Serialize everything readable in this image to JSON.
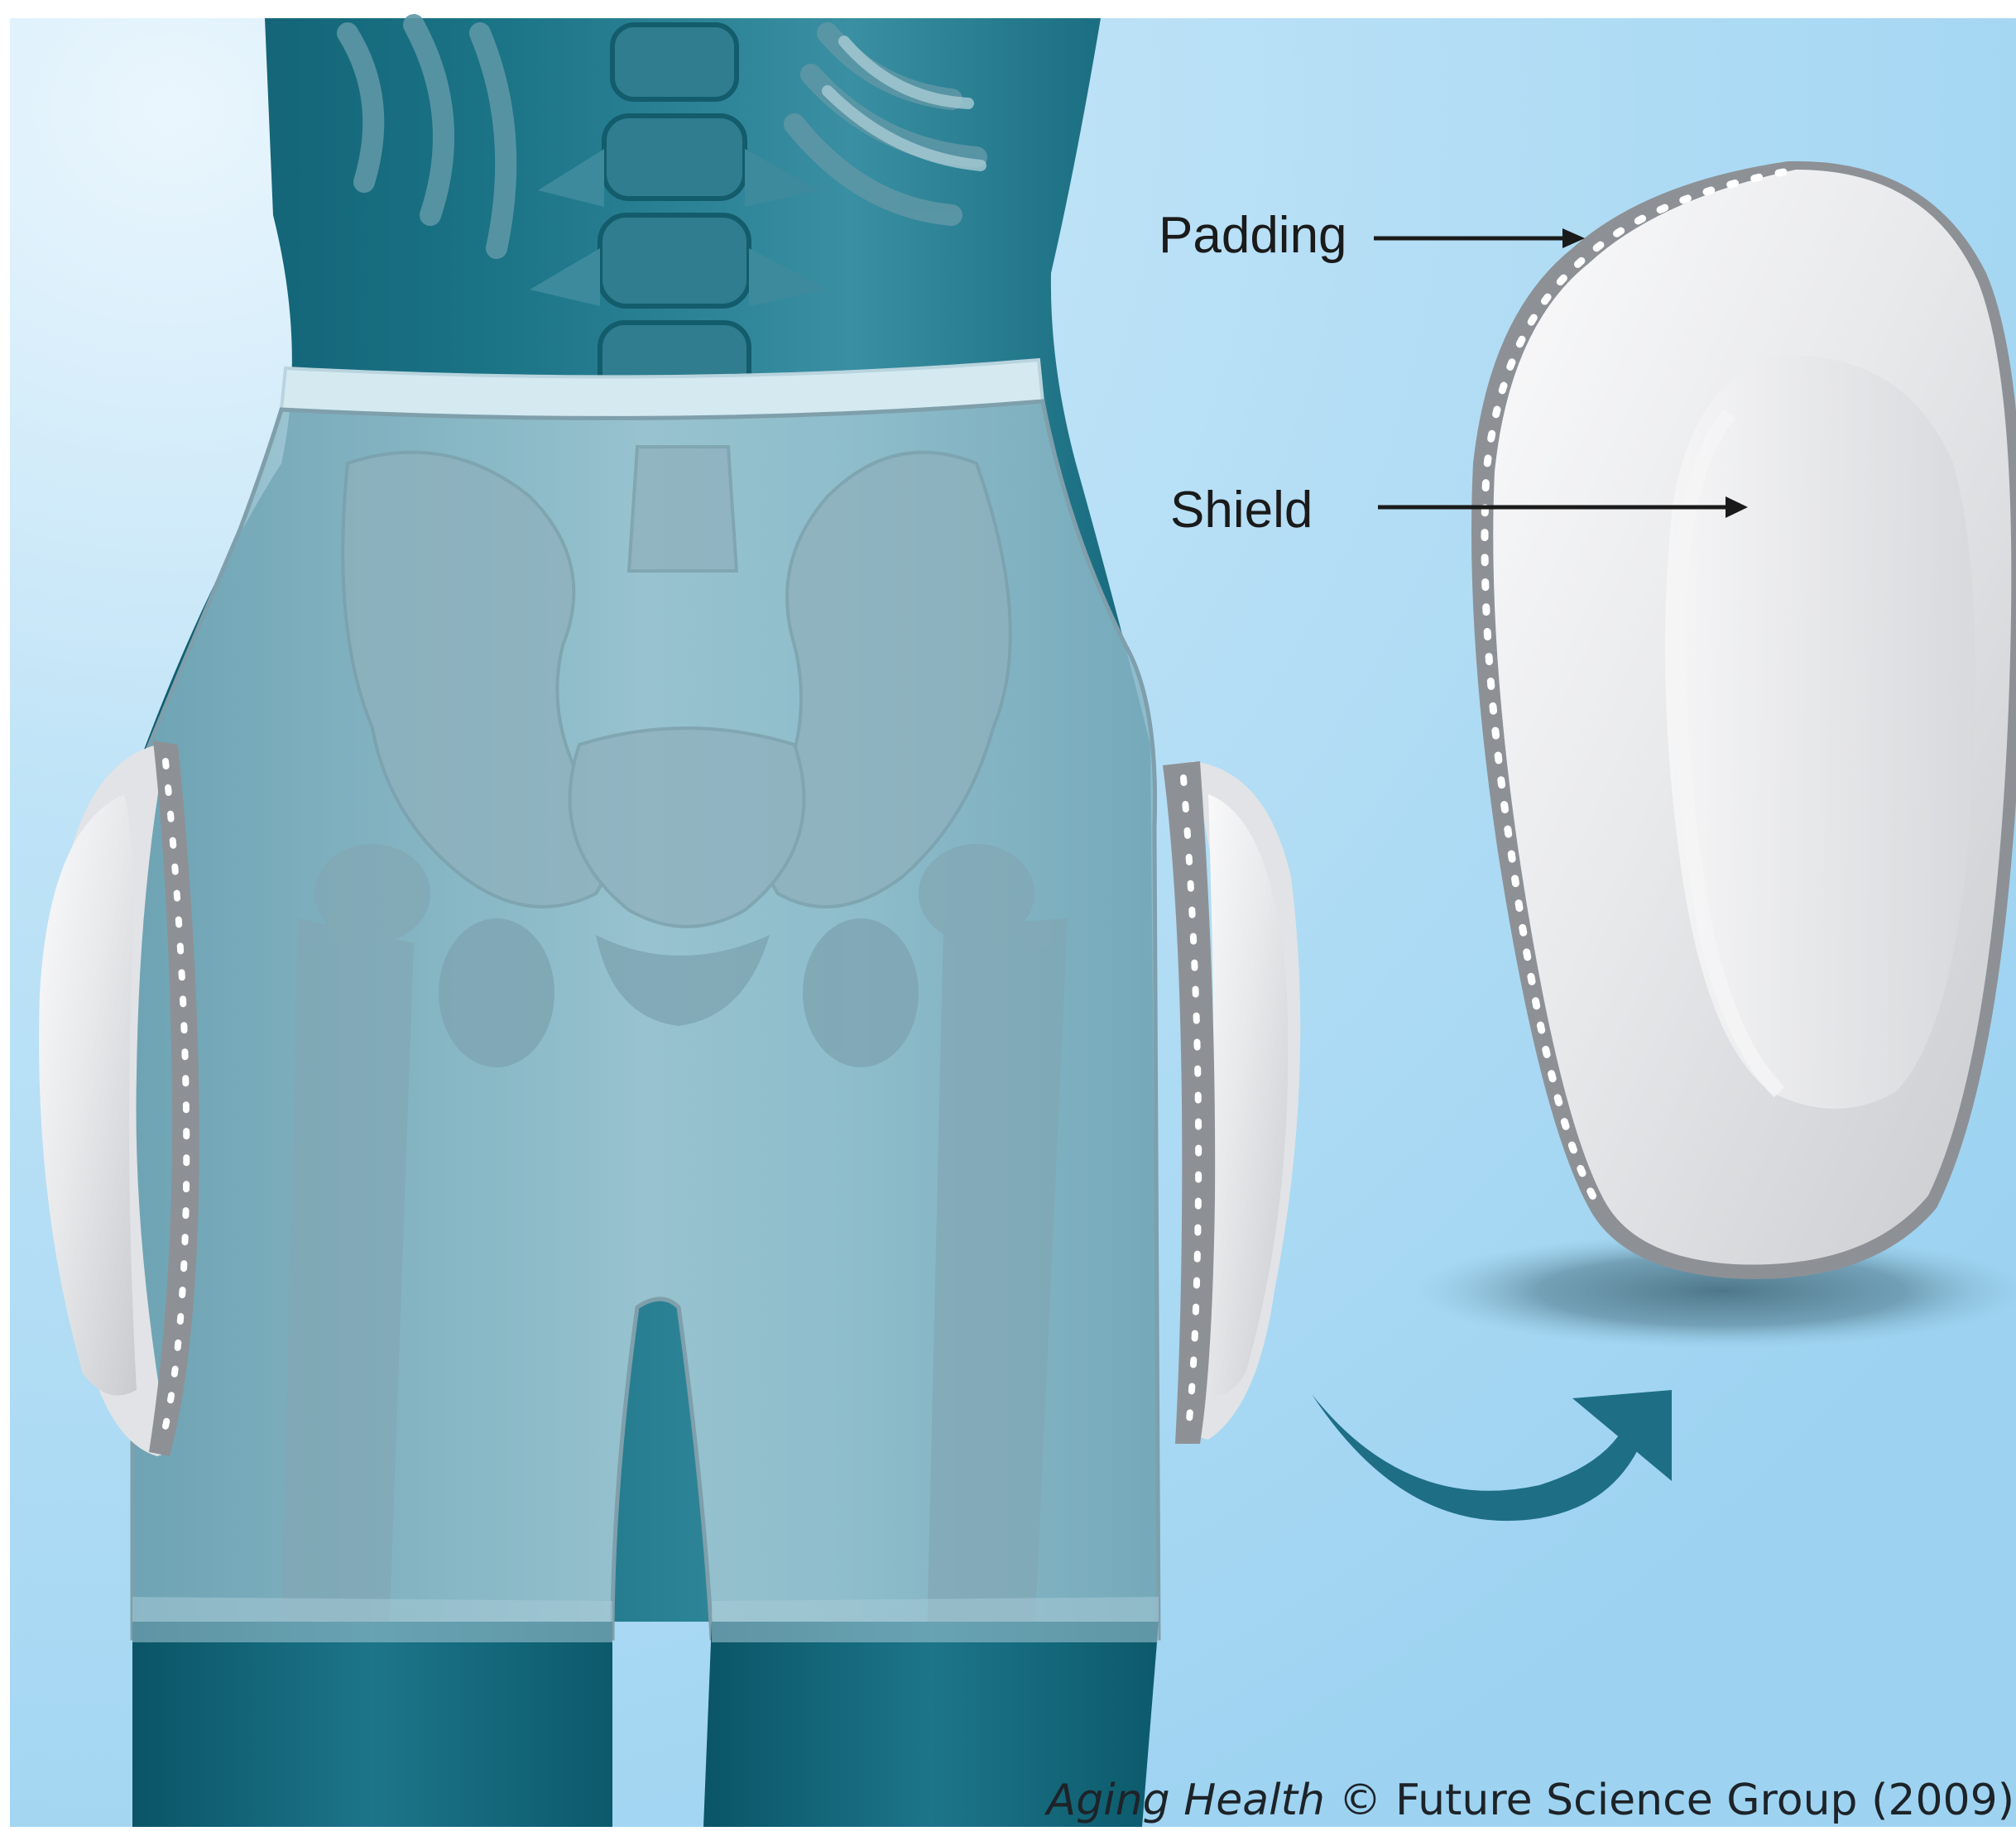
{
  "labels": {
    "padding": "Padding",
    "shield": "Shield"
  },
  "credit": {
    "journal": "Aging Health",
    "rest": "© Future Science Group (2009)"
  },
  "colors": {
    "background_light": "#d6eefb",
    "background_blue": "#a9d8f3",
    "body_teal": "#1a6f82",
    "body_dark": "#0d5b6d",
    "garment_translucent": "#9fc6d4",
    "bone": "#8fb3bf",
    "shield_white": "#e9eaec",
    "padding_grey": "#8d9196",
    "arrow_teal": "#1e6e86"
  },
  "icons": {
    "curved_arrow": "curved-arrow-icon",
    "callout_arrow": "pointer-arrow-icon"
  }
}
